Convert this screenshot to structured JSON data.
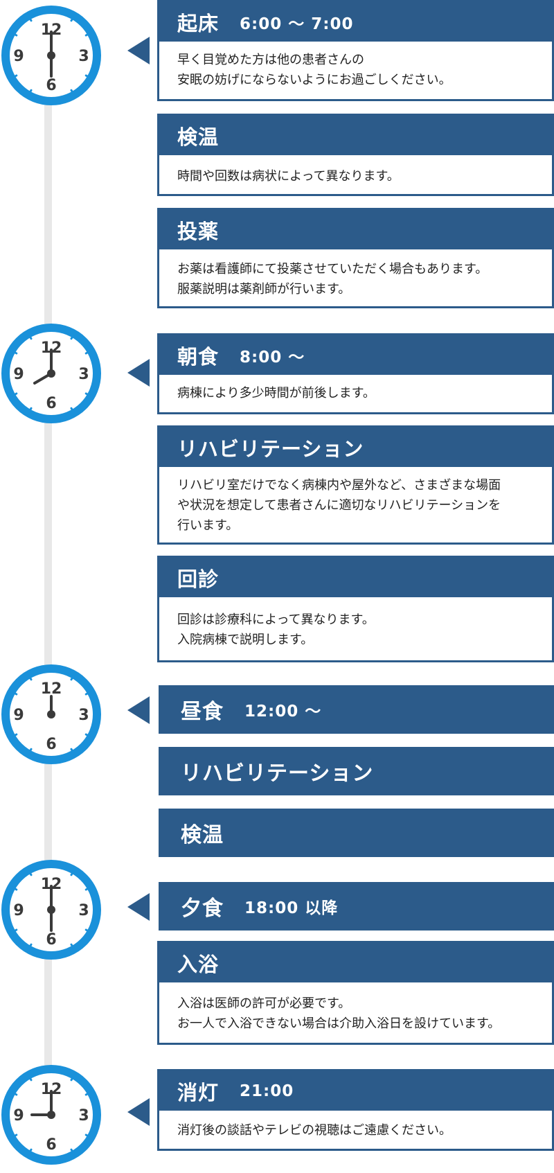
{
  "colors": {
    "accent": "#2c5b8a",
    "clock_ring": "#1a91da",
    "spine": "#e8e8e8"
  },
  "clock_labels": {
    "twelve": "12",
    "three": "3",
    "six": "6",
    "nine": "9"
  },
  "events": [
    {
      "title": "起床",
      "time": "6:00 ～ 7:00",
      "lines": [
        "早く目覚めた方は他の患者さんの",
        "安眠の妨げにならないようにお過ごしください。"
      ]
    },
    {
      "title": "検温",
      "lines": [
        "時間や回数は病状によって異なります。"
      ]
    },
    {
      "title": "投薬",
      "lines": [
        "お薬は看護師にて投薬させていただく場合もあります。",
        "服薬説明は薬剤師が行います。"
      ]
    },
    {
      "title": "朝食",
      "time": "8:00 ～",
      "lines": [
        "病棟により多少時間が前後します。"
      ]
    },
    {
      "title": "リハビリテーション",
      "lines": [
        "リハビリ室だけでなく病棟内や屋外など、さまざまな場面",
        "や状況を想定して患者さんに適切なリハビリテーションを",
        "行います。"
      ]
    },
    {
      "title": "回診",
      "lines": [
        "回診は診療科によって異なります。",
        "入院病棟で説明します。"
      ]
    },
    {
      "title": "昼食",
      "time": "12:00 ～"
    },
    {
      "title": "リハビリテーション"
    },
    {
      "title": "検温"
    },
    {
      "title": "夕食",
      "time": "18:00 以降"
    },
    {
      "title": "入浴",
      "lines": [
        "入浴は医師の許可が必要です。",
        "お一人で入浴できない場合は介助入浴日を設けています。"
      ]
    },
    {
      "title": "消灯",
      "time": "21:00",
      "lines": [
        "消灯後の談話やテレビの視聴はご遠慮ください。"
      ]
    }
  ]
}
